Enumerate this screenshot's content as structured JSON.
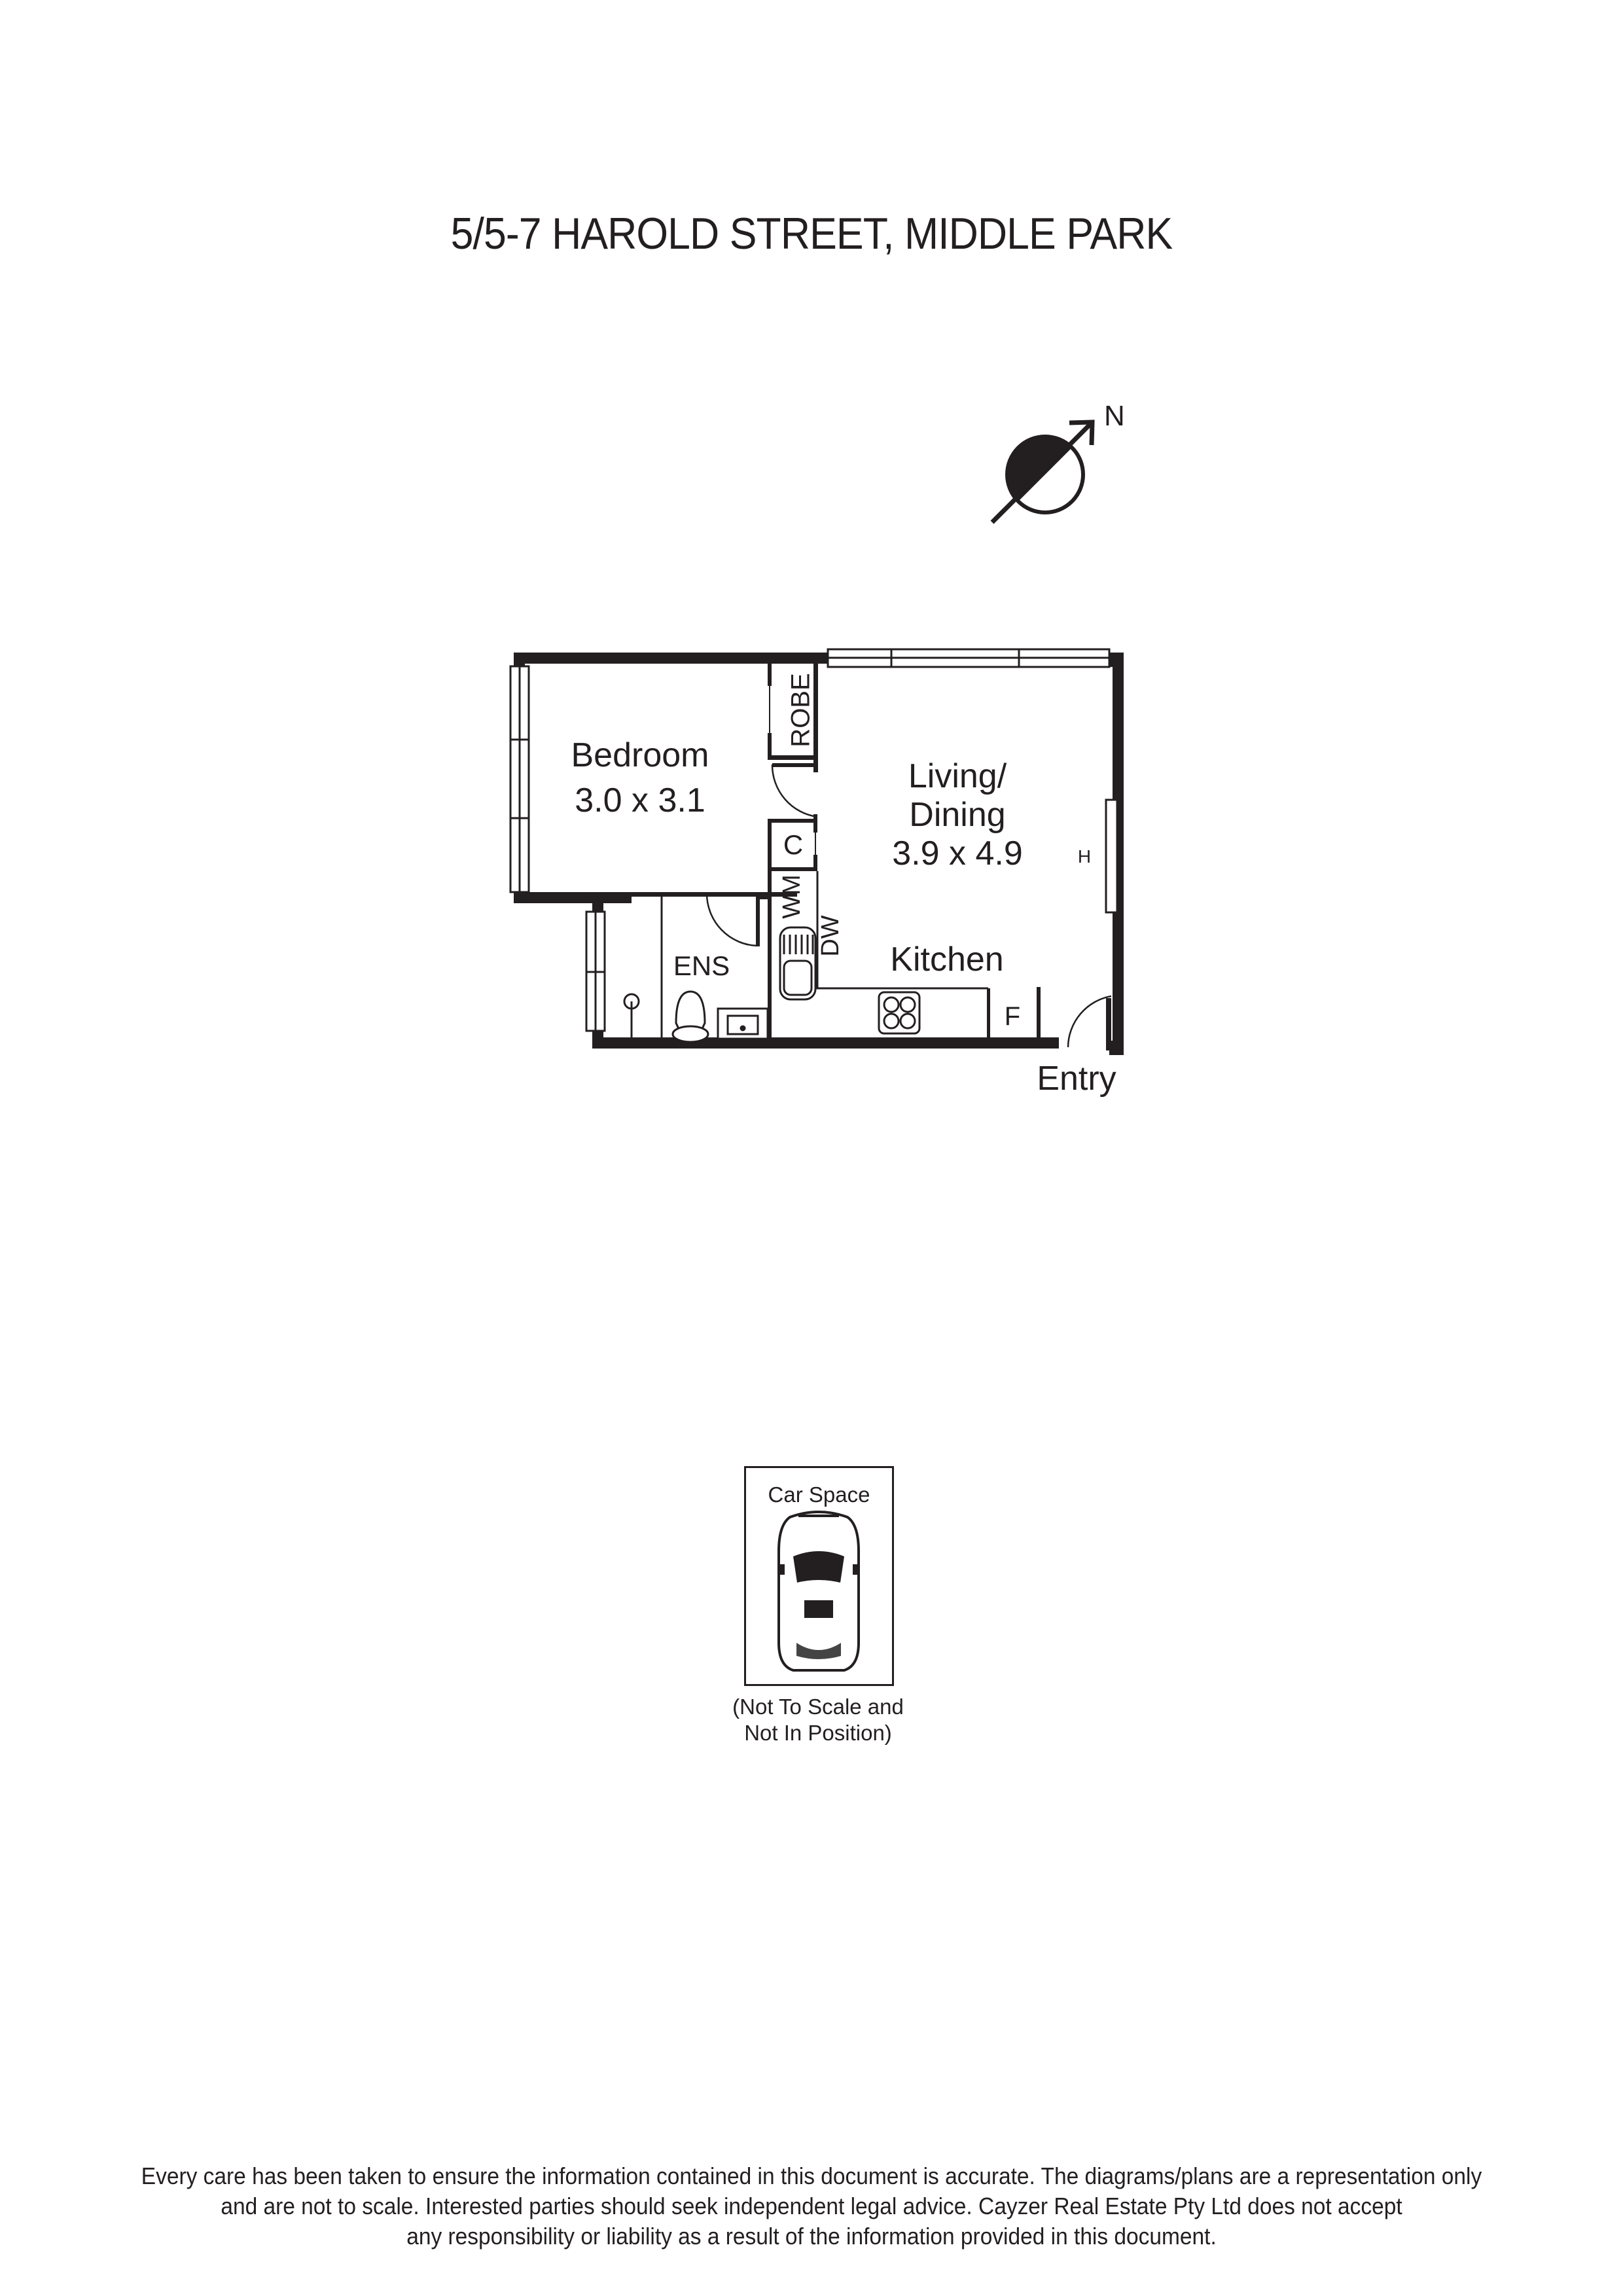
{
  "document": {
    "title": "5/5-7 HAROLD STREET, MIDDLE PARK"
  },
  "compass": {
    "label": "N",
    "icon": "north-arrow-icon"
  },
  "floorplan": {
    "rooms": [
      {
        "id": "bedroom",
        "name": "Bedroom",
        "dimensions": "3.0 x 3.1"
      },
      {
        "id": "living",
        "name_line1": "Living/",
        "name_line2": "Dining",
        "dimensions": "3.9 x 4.9"
      },
      {
        "id": "kitchen",
        "name": "Kitchen"
      },
      {
        "id": "ensuite",
        "name": "ENS"
      }
    ],
    "fixtures": {
      "robe": "ROBE",
      "cupboard": "C",
      "washing_machine": "WM",
      "dishwasher": "DW",
      "fridge": "F",
      "heater": "H"
    },
    "entry_label": "Entry"
  },
  "car_space": {
    "title": "Car Space",
    "note_line1": "(Not To Scale and",
    "note_line2": "Not In Position)",
    "icon": "car-icon"
  },
  "footer": {
    "disclaimer_line1": "Every care has been taken to ensure the information contained in this document is accurate. The diagrams/plans are a representation only",
    "disclaimer_line2": "and are not to scale. Interested parties should seek independent legal advice. Cayzer Real Estate Pty Ltd does not accept",
    "disclaimer_line3": "any responsibility or liability as a result of the information provided in this document."
  },
  "colors": {
    "ink": "#231f20",
    "background": "#ffffff"
  }
}
